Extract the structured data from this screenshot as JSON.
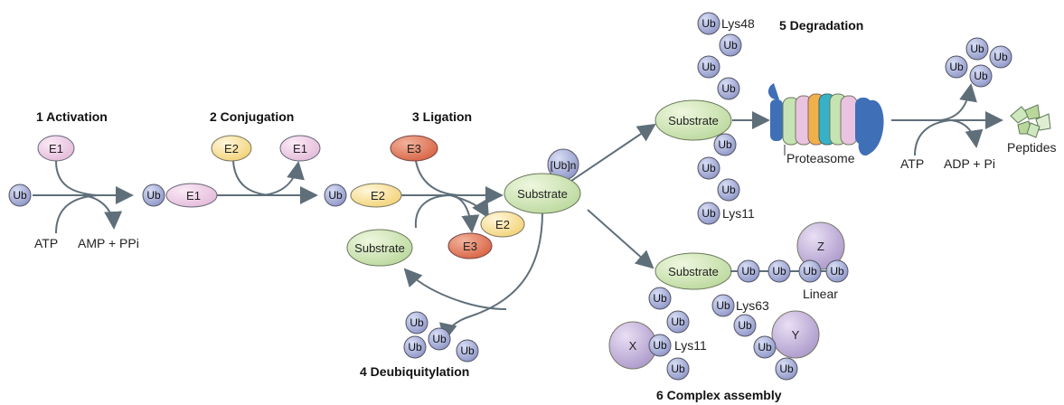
{
  "steps": {
    "activation": "1  Activation",
    "conjugation": "2  Conjugation",
    "ligation": "3  Ligation",
    "deubiquitylation": "4  Deubiquitylation",
    "degradation": "5  Degradation",
    "complex_assembly": "6  Complex assembly"
  },
  "nodes": {
    "ub": "Ub",
    "e1": "E1",
    "e2": "E2",
    "e3": "E3",
    "substrate": "Substrate",
    "ub_n": "[Ub]n",
    "x": "X",
    "y": "Y",
    "z": "Z"
  },
  "labels": {
    "atp": "ATP",
    "amp_ppi": "AMP + PPi",
    "adp_pi": "ADP + Pi",
    "peptides": "Peptides",
    "proteasome": "Proteasome",
    "lys48": "Lys48",
    "lys11_top": "Lys11",
    "lys11_bottom": "Lys11",
    "lys63": "Lys63",
    "linear": "Linear"
  },
  "colors": {
    "ub": "#8f97c8",
    "e1": "#e7c2dd",
    "e2": "#f6d98a",
    "e3": "#d9684b",
    "substrate": "#b9d79a",
    "complex": "#b6a4cf",
    "proteasome_blue": "#3f6fb7",
    "arrow": "#5f6f7a"
  }
}
